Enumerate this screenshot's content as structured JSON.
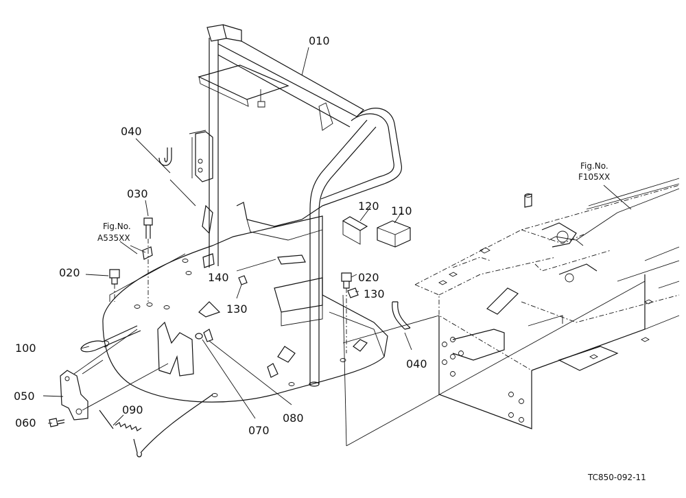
{
  "callouts": {
    "c010": "010",
    "c020a": "020",
    "c020b": "020",
    "c030": "030",
    "c040a": "040",
    "c040b": "040",
    "c050": "050",
    "c060": "060",
    "c070": "070",
    "c080": "080",
    "c090": "090",
    "c100": "100",
    "c110": "110",
    "c120": "120",
    "c130a": "130",
    "c130b": "130",
    "c140": "140"
  },
  "references": {
    "fig_a_label": "Fig.No.",
    "fig_a_code": "A535XX",
    "fig_f_label": "Fig.No.",
    "fig_f_code": "F105XX"
  },
  "drawing_code": "TC850-092-11"
}
